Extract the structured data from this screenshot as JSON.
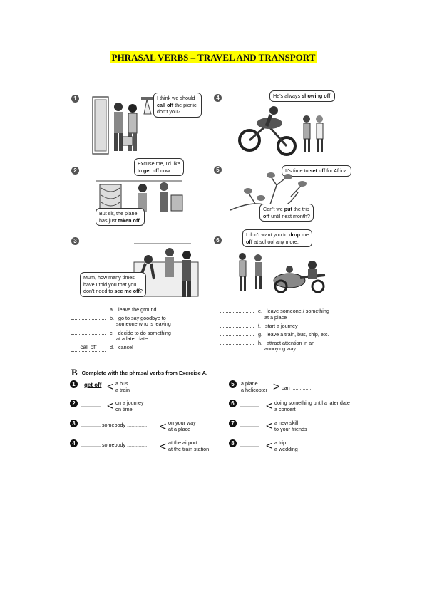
{
  "title": "PHRASAL VERBS – TRAVEL AND TRANSPORT",
  "panels": {
    "p1": {
      "num": "1",
      "lines": [
        "I think we should",
        "call off the picnic,",
        "don't you?"
      ]
    },
    "p2": {
      "num": "2",
      "bubble1": [
        "Excuse me, I'd like",
        "to get off now."
      ],
      "bubble2": [
        "But sir, the plane",
        "has just taken off."
      ]
    },
    "p3": {
      "num": "3",
      "lines": [
        "Mum, how many times",
        "have I told you that you",
        "don't need to see me off?"
      ]
    },
    "p4": {
      "num": "4",
      "lines": [
        "He's always showing off."
      ]
    },
    "p5": {
      "num": "5",
      "bubble1": [
        "It's time to set off for Africa."
      ],
      "bubble2": [
        "Can't we put the trip",
        "off until next month?"
      ]
    },
    "p6": {
      "num": "6",
      "lines": [
        "I don't want you to drop me",
        "off at school any more."
      ]
    }
  },
  "definitions_left": [
    {
      "letter": "a.",
      "text": "leave the ground",
      "text2": "",
      "answer": ""
    },
    {
      "letter": "b.",
      "text": "go to say goodbye to",
      "text2": "someone who is leaving",
      "answer": ""
    },
    {
      "letter": "c.",
      "text": "decide to do something",
      "text2": "at a later date",
      "answer": ""
    },
    {
      "letter": "d.",
      "text": "cancel",
      "text2": "",
      "answer": "call off"
    }
  ],
  "definitions_right": [
    {
      "letter": "e.",
      "text": "leave someone / something",
      "text2": "at a place"
    },
    {
      "letter": "f.",
      "text": "start a journey",
      "text2": ""
    },
    {
      "letter": "g.",
      "text": "leave a train, bus, ship, etc.",
      "text2": ""
    },
    {
      "letter": "h.",
      "text": "attract attention in an",
      "text2": "annoying way"
    }
  ],
  "section_b": {
    "letter": "B",
    "instruction": "Complete with the phrasal verbs from Exercise A."
  },
  "exercises": [
    {
      "num": "1",
      "blank": "get off",
      "opt1": "a bus",
      "opt2": "a train"
    },
    {
      "num": "2",
      "blank": "..............",
      "opt1": "on a journey",
      "opt2": "on time"
    },
    {
      "num": "3",
      "blank": ".............. somebody ..............",
      "opt1": "on your way",
      "opt2": "at a place"
    },
    {
      "num": "4",
      "blank": ".............. somebody ..............",
      "opt1": "at the airport",
      "opt2": "at the train station"
    },
    {
      "num": "5",
      "blank": "",
      "opt1": "a plane",
      "opt2": "a helicopter",
      "suffix": "can .............."
    },
    {
      "num": "6",
      "blank": "..............",
      "opt1": "doing something until a later date",
      "opt2": "a concert"
    },
    {
      "num": "7",
      "blank": "..............",
      "opt1": "a new skill",
      "opt2": "to your friends"
    },
    {
      "num": "8",
      "blank": "..............",
      "opt1": "a trip",
      "opt2": "a wedding"
    }
  ]
}
